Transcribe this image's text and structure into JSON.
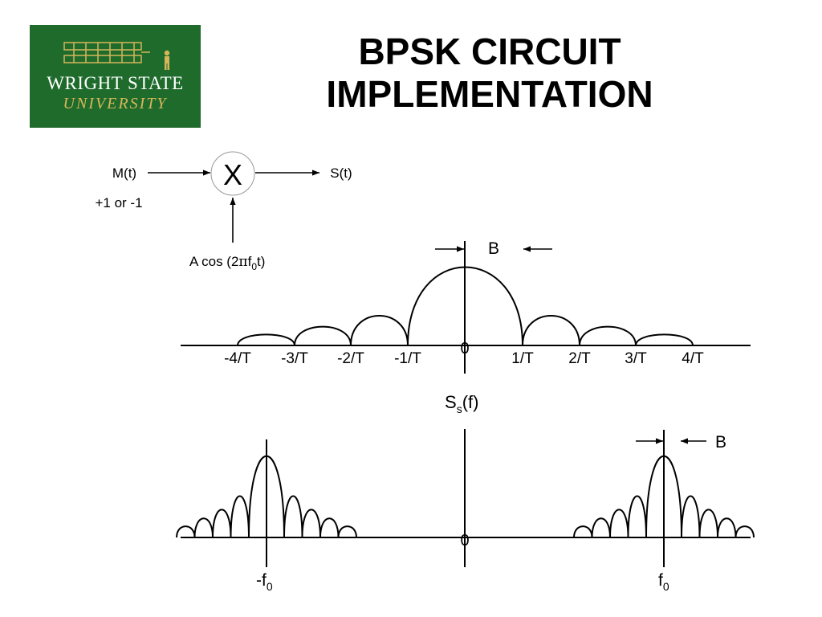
{
  "logo": {
    "line1": "WRIGHT STATE",
    "line2": "UNIVERSITY"
  },
  "title": {
    "line1": "BPSK CIRCUIT",
    "line2": "IMPLEMENTATION"
  },
  "modulator": {
    "input_label": "M(t)",
    "input_values": "+1 or -1",
    "operator": "X",
    "output_label": "S(t)",
    "carrier_prefix": "A cos (2",
    "carrier_pi": "π",
    "carrier_f": "f",
    "carrier_sub": "0",
    "carrier_suffix": "t)"
  },
  "baseband_spectrum": {
    "bandwidth_label": "B",
    "origin_label": "0",
    "tick_labels": [
      "-4/T",
      "-3/T",
      "-2/T",
      "-1/T",
      "1/T",
      "2/T",
      "3/T",
      "4/T"
    ]
  },
  "bandpass_spectrum": {
    "title_main": "S",
    "title_sub": "s",
    "title_suffix": "(f)",
    "bandwidth_label": "B",
    "origin_label": "0",
    "neg_carrier_main": "-f",
    "neg_carrier_sub": "0",
    "pos_carrier_main": "f",
    "pos_carrier_sub": "0"
  },
  "colors": {
    "logo_background": "#1e6b2c",
    "logo_gold": "#d7b65a"
  }
}
